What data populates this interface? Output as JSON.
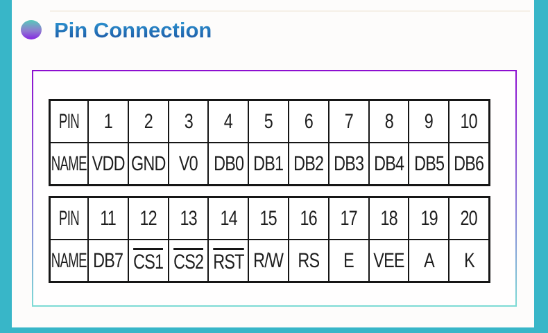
{
  "header": {
    "title": "Pin Connection",
    "bullet_icon": "gradient-dot-icon"
  },
  "colors": {
    "frame_teal": "#38b6c8",
    "title_blue_top": "#2f9ed8",
    "title_blue_bottom": "#1b4f9e",
    "bullet_top": "#58c9ba",
    "bullet_bottom": "#8526e2",
    "panel_border_top": "#8d10d0",
    "panel_border_bottom": "#7ddbd5",
    "table_line": "#161616"
  },
  "pin_tables": [
    {
      "pin_header": "PIN",
      "name_header": "NAME",
      "columns": [
        {
          "pin": "1",
          "name": "VDD",
          "overline": false
        },
        {
          "pin": "2",
          "name": "GND",
          "overline": false
        },
        {
          "pin": "3",
          "name": "V0",
          "overline": false
        },
        {
          "pin": "4",
          "name": "DB0",
          "overline": false
        },
        {
          "pin": "5",
          "name": "DB1",
          "overline": false
        },
        {
          "pin": "6",
          "name": "DB2",
          "overline": false
        },
        {
          "pin": "7",
          "name": "DB3",
          "overline": false
        },
        {
          "pin": "8",
          "name": "DB4",
          "overline": false
        },
        {
          "pin": "9",
          "name": "DB5",
          "overline": false
        },
        {
          "pin": "10",
          "name": "DB6",
          "overline": false
        }
      ]
    },
    {
      "pin_header": "PIN",
      "name_header": "NAME",
      "columns": [
        {
          "pin": "11",
          "name": "DB7",
          "overline": false
        },
        {
          "pin": "12",
          "name": "CS1",
          "overline": true
        },
        {
          "pin": "13",
          "name": "CS2",
          "overline": true
        },
        {
          "pin": "14",
          "name": "RST",
          "overline": true
        },
        {
          "pin": "15",
          "name": "R/W",
          "overline": false
        },
        {
          "pin": "16",
          "name": "RS",
          "overline": false
        },
        {
          "pin": "17",
          "name": "E",
          "overline": false
        },
        {
          "pin": "18",
          "name": "VEE",
          "overline": false
        },
        {
          "pin": "19",
          "name": "A",
          "overline": false
        },
        {
          "pin": "20",
          "name": "K",
          "overline": false
        }
      ]
    }
  ]
}
